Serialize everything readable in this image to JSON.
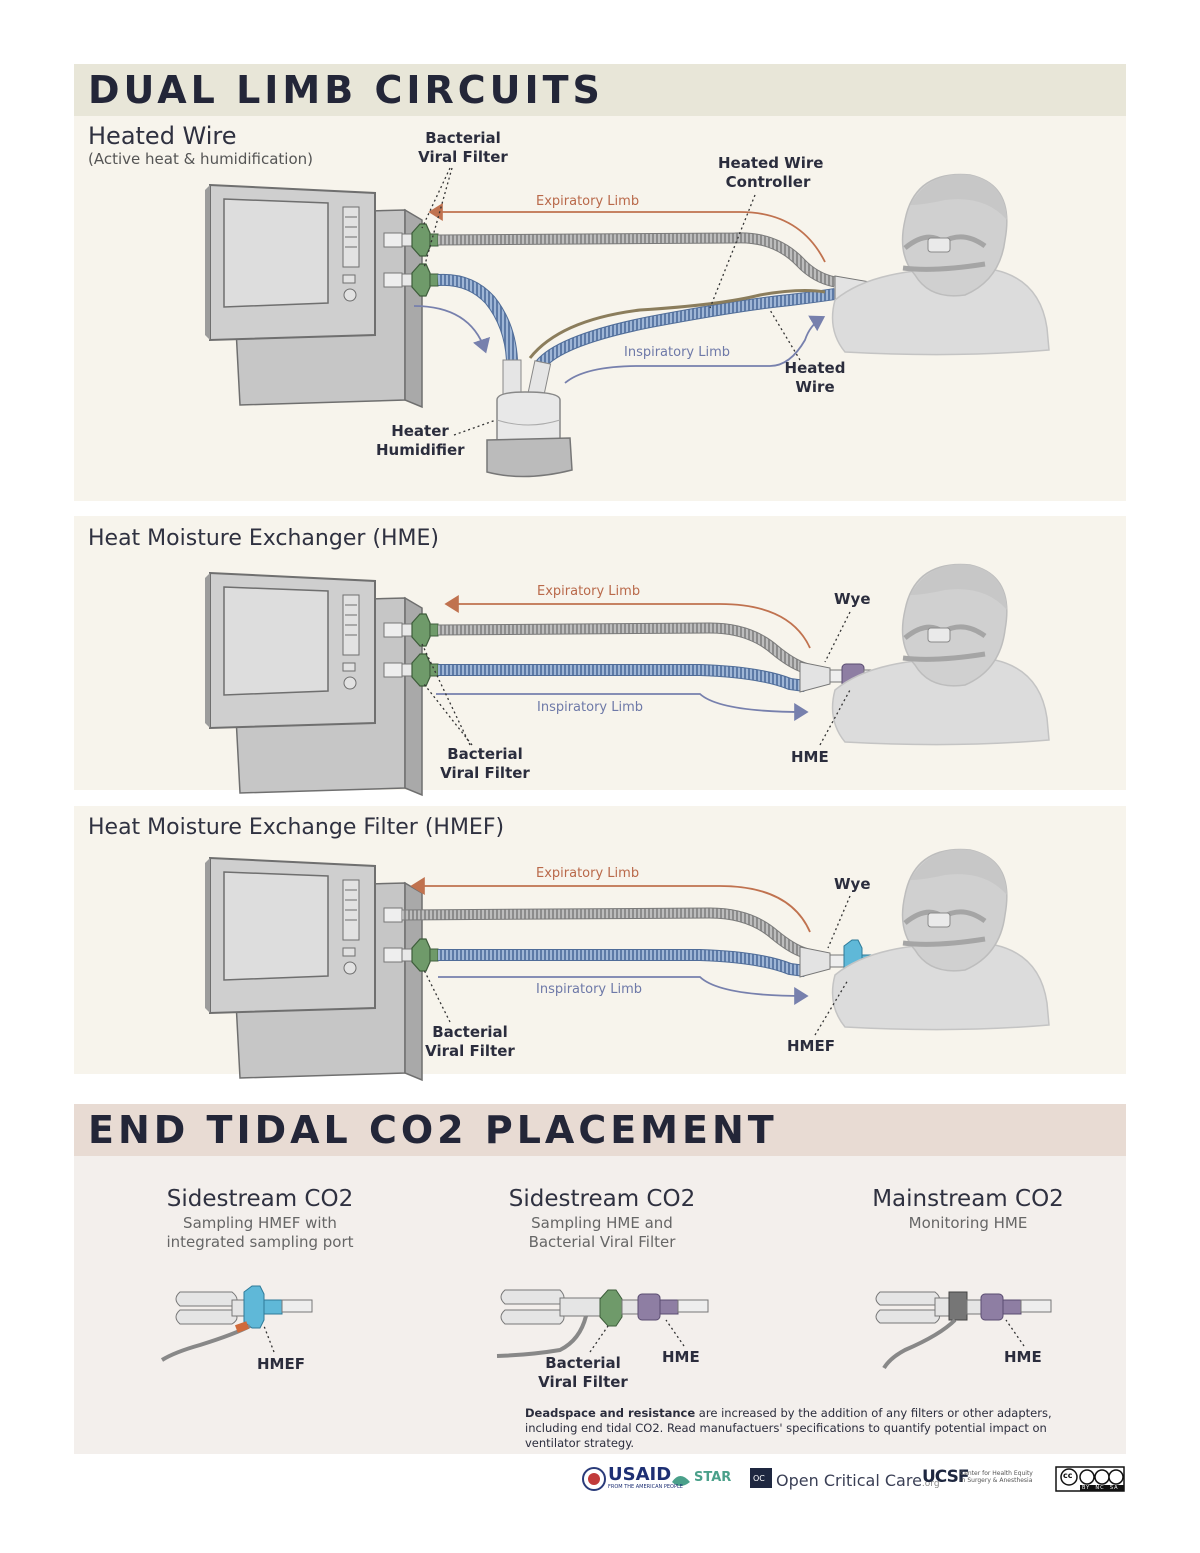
{
  "dual": {
    "title": "DUAL LIMB CIRCUITS",
    "heated": {
      "title": "Heated Wire",
      "subtitle": "(Active heat & humidification)",
      "filter_label": [
        "Bacterial",
        "Viral Filter"
      ],
      "controller_label": [
        "Heated Wire",
        "Controller"
      ],
      "exp_limb": "Expiratory Limb",
      "insp_limb": "Inspiratory Limb",
      "wire_label": [
        "Heated",
        "Wire"
      ],
      "humidifier_label": [
        "Heater",
        "Humidifier"
      ]
    },
    "hme": {
      "title": "Heat Moisture Exchanger (HME)",
      "exp_limb": "Expiratory Limb",
      "insp_limb": "Inspiratory Limb",
      "wye": "Wye",
      "hme": "HME",
      "filter_label": [
        "Bacterial",
        "Viral Filter"
      ]
    },
    "hmef": {
      "title": "Heat Moisture Exchange Filter (HMEF)",
      "exp_limb": "Expiratory Limb",
      "insp_limb": "Inspiratory Limb",
      "wye": "Wye",
      "hmef": "HMEF",
      "filter_label": [
        "Bacterial",
        "Viral Filter"
      ]
    }
  },
  "etco2": {
    "title": "END TIDAL CO2 PLACEMENT",
    "items": [
      {
        "title": "Sidestream CO2",
        "sub": [
          "Sampling HMEF with",
          "integrated sampling port"
        ],
        "label": "HMEF"
      },
      {
        "title": "Sidestream CO2",
        "sub": [
          "Sampling HME and",
          "Bacterial Viral Filter"
        ],
        "label": "HME",
        "label2": [
          "Bacterial",
          "Viral Filter"
        ]
      },
      {
        "title": "Mainstream CO2",
        "sub": [
          "Monitoring HME"
        ],
        "label": "HME"
      }
    ],
    "note_bold": "Deadspace and resistance",
    "note_rest": " are increased by the addition of any filters or other adapters, including end tidal CO2. Read manufactuers' specifications to quantify potential impact on ventilator strategy."
  },
  "footer": {
    "usaid": "USAID",
    "usaid_sub": "FROM THE AMERICAN PEOPLE",
    "star": "STAR",
    "occ_badge": "OC",
    "occ": "Open Critical Care",
    "occ_suffix": ".org",
    "ucsf": "UCSF",
    "ucsf_sub": [
      "Center for Health Equity",
      "in Surgery & Anesthesia"
    ],
    "cc": "cc",
    "cc_terms": [
      "BY",
      "NC",
      "SA"
    ]
  },
  "colors": {
    "dual_band": "#e8e6d8",
    "etco2_band": "#e8dbd3",
    "panel": "#f7f4ec",
    "etco2_panel": "#f3efec",
    "expiratory": "#c0724f",
    "inspiratory": "#7780ad",
    "filter_green": "#6f9a6a",
    "hme_purple": "#8e7ea3",
    "hmef_blue": "#5fb8d8"
  }
}
